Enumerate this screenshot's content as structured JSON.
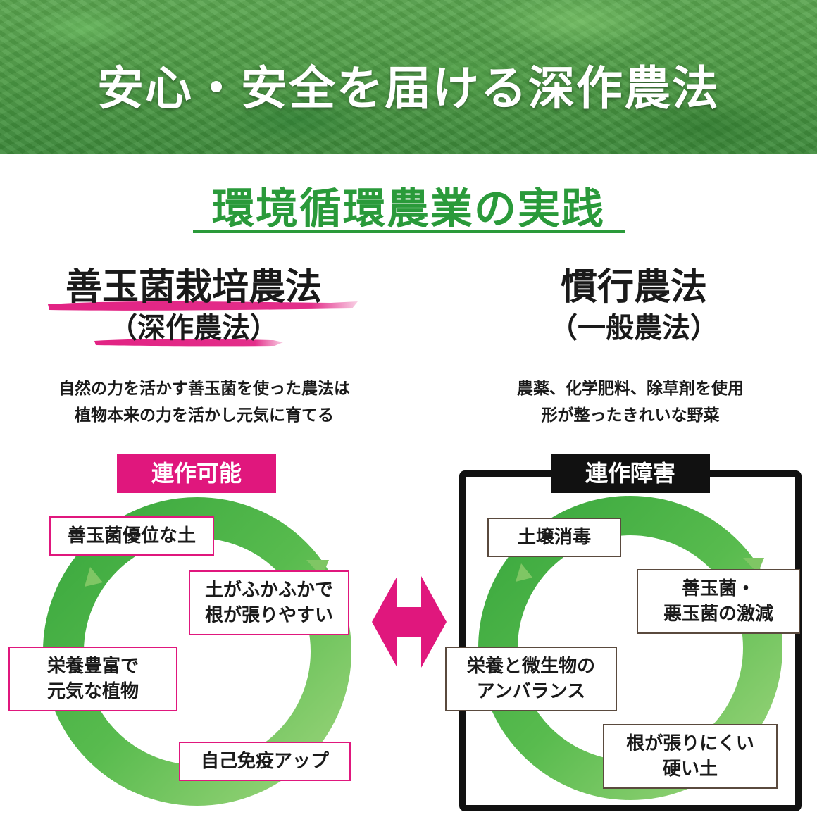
{
  "banner": {
    "title": "安心・安全を届ける深作農法"
  },
  "section": {
    "title": "環境循環農業の実践"
  },
  "left": {
    "title": "善玉菌栽培農法",
    "subtitle": "（深作農法）",
    "desc_line1": "自然の力を活かす善玉菌を使った農法は",
    "desc_line2": "植物本来の力を活かし元気に育てる",
    "tag": "連作可能",
    "cycle": [
      {
        "line1": "善玉菌優位な土"
      },
      {
        "line1": "土がふかふかで",
        "line2": "根が張りやすい"
      },
      {
        "line1": "栄養豊富で",
        "line2": "元気な植物"
      },
      {
        "line1": "自己免疫アップ"
      }
    ]
  },
  "right": {
    "title": "慣行農法",
    "subtitle": "（一般農法）",
    "desc_line1": "農薬、化学肥料、除草剤を使用",
    "desc_line2": "形が整ったきれいな野菜",
    "tag": "連作障害",
    "cycle": [
      {
        "line1": "土壌消毒"
      },
      {
        "line1": "善玉菌・",
        "line2": "悪玉菌の激減"
      },
      {
        "line1": "栄養と微生物の",
        "line2": "アンバランス"
      },
      {
        "line1": "根が張りにくい",
        "line2": "硬い土"
      }
    ]
  },
  "colors": {
    "green": "#2a9a3a",
    "ring": "#4cb84a",
    "magenta": "#e0177d",
    "black": "#111111",
    "brown": "#5a4a3e"
  },
  "icons": {
    "compare": "double-arrow-icon"
  }
}
